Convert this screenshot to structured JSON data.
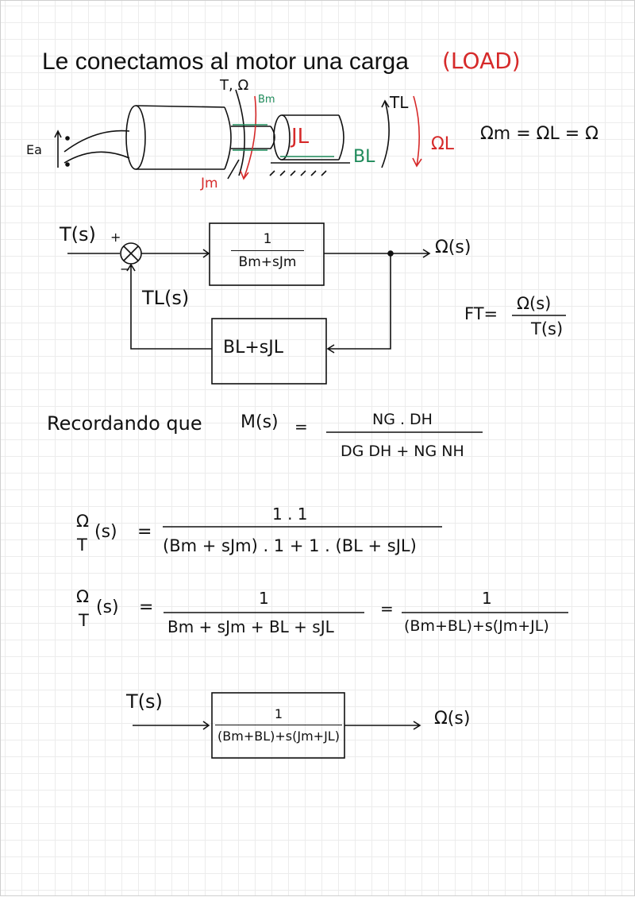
{
  "title": {
    "text": "Le conectamos al motor una carga",
    "load": "(LOAD)"
  },
  "motor_sketch": {
    "torque_speed": "T, Ω",
    "bm": "Bm",
    "jm": "Jm",
    "jl": "JL",
    "bl": "BL",
    "tl": "TL",
    "omega_l": "ΩL",
    "ea": "Ea",
    "equality": "Ωm = ΩL = Ω"
  },
  "block_diagram": {
    "input": "T(s)",
    "plus": "+",
    "minus": "−",
    "forward_num": "1",
    "forward_den": "Bm+sJm",
    "output": "Ω(s)",
    "disturbance": "TL(s)",
    "feedback": "BL+sJL",
    "ft_label": "FT=",
    "ft_num": "Ω(s)",
    "ft_den": "T(s)"
  },
  "recall": {
    "text": "Recordando que",
    "lhs": "M(s)",
    "eq": "=",
    "num": "NG . DH",
    "den": "DG DH + NG NH"
  },
  "eq1": {
    "lhs_num": "Ω",
    "lhs_den": "T",
    "lhs_arg": "(s)",
    "eq": "=",
    "num": "1 . 1",
    "den": "(Bm + sJm) . 1 + 1 . (BL + sJL)"
  },
  "eq2": {
    "lhs_num": "Ω",
    "lhs_den": "T",
    "lhs_arg": "(s)",
    "eq": "=",
    "num": "1",
    "den": "Bm + sJm + BL + sJL",
    "eq2": "=",
    "num2": "1",
    "den2": "(Bm+BL)+s(Jm+JL)"
  },
  "final_block": {
    "input": "T(s)",
    "num": "1",
    "den": "(Bm+BL)+s(Jm+JL)",
    "output": "Ω(s)"
  }
}
